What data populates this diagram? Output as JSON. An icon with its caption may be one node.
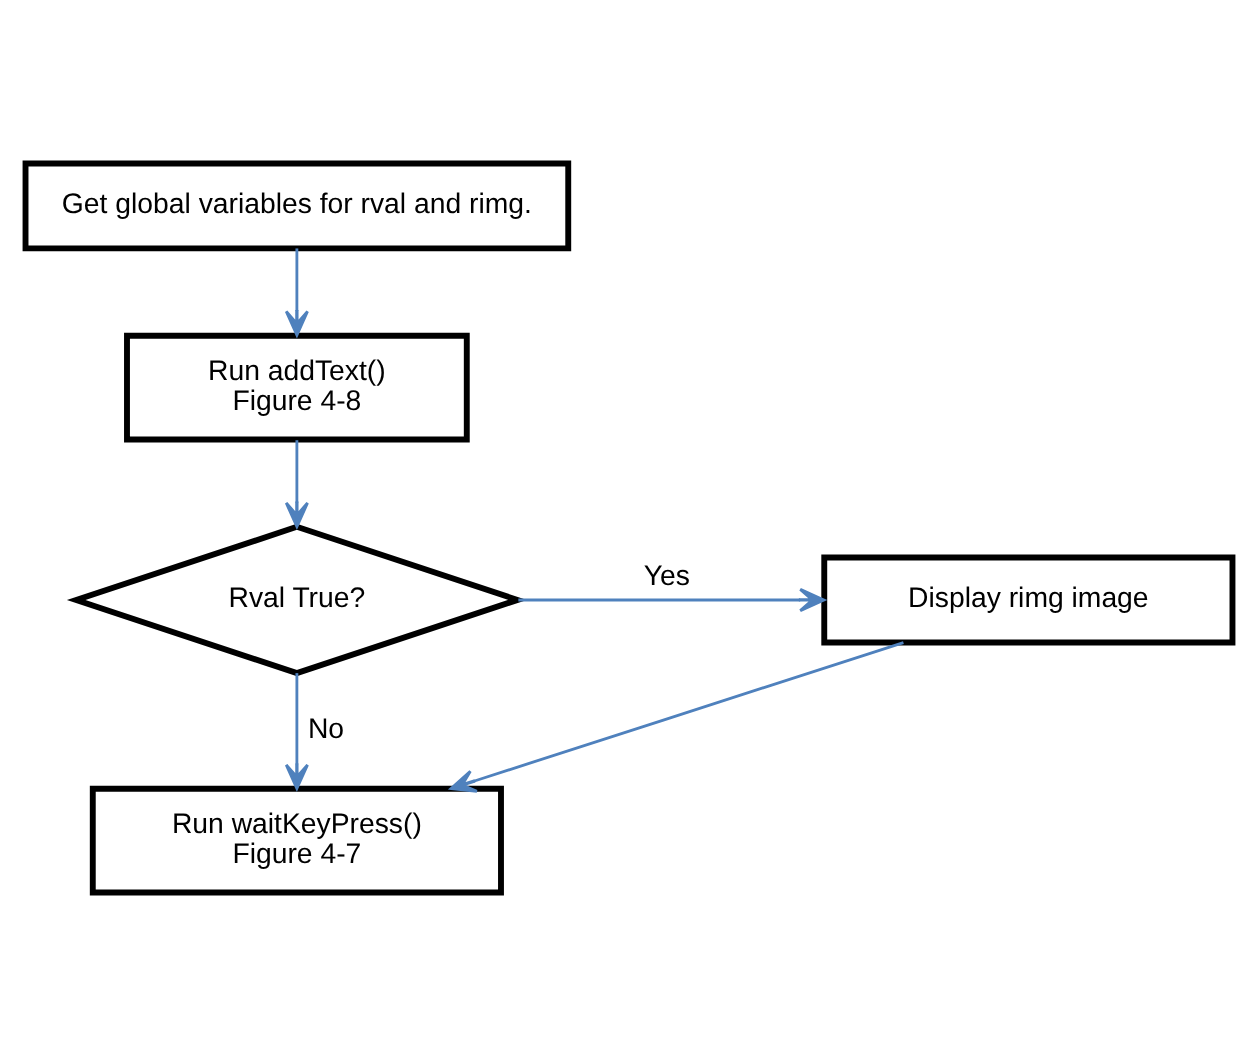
{
  "diagram": {
    "nodes": [
      {
        "text": [
          "Get global variables for rval and rimg."
        ]
      },
      {
        "text": [
          "Run addText()",
          "Figure 4-8"
        ]
      },
      {
        "text": [
          "Rval True?"
        ]
      },
      {
        "text": [
          "Display rimg image"
        ]
      },
      {
        "text": [
          "Run waitKeyPress()",
          "Figure 4-7"
        ]
      }
    ],
    "edges": [
      {
        "from": 0,
        "to": 1,
        "arrow": "to"
      },
      {
        "from": 1,
        "to": 2,
        "arrow": "to"
      },
      {
        "from": 2,
        "to": 3,
        "arrow": "to",
        "label": "Yes"
      },
      {
        "from": 2,
        "to": 4,
        "arrow": "to",
        "label": "No"
      },
      {
        "from": 3,
        "to": 4,
        "arrow": "to"
      }
    ]
  }
}
